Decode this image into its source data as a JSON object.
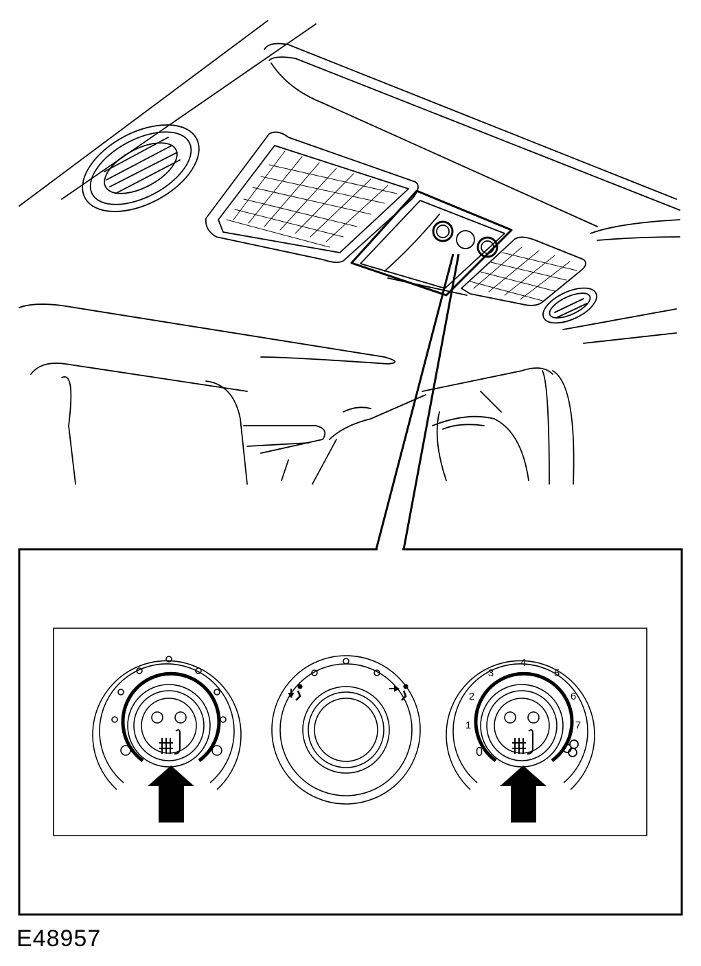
{
  "figure": {
    "id_label": "E48957"
  },
  "right_dial": {
    "scale": [
      "0",
      "1",
      "2",
      "3",
      "4",
      "5",
      "6",
      "7"
    ]
  },
  "icons": {
    "left_knob": "seat-heater-icon",
    "right_knob": "seat-heater-icon",
    "center_left": "airflow-feet-icon",
    "center_right": "airflow-face-icon",
    "right_end": "fan-icon"
  },
  "colors": {
    "line": "#000000",
    "background": "#ffffff"
  }
}
